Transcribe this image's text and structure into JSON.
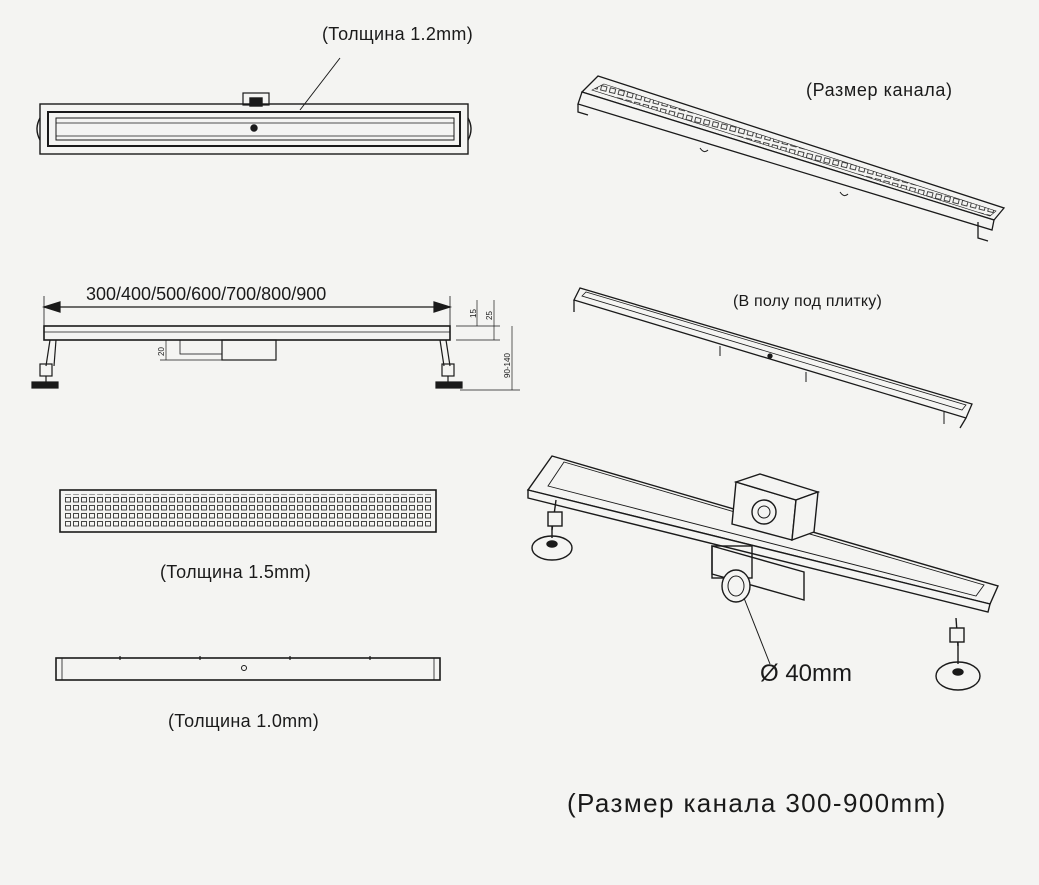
{
  "labels": {
    "thickness_grate_top": "(Толщина 1.2mm)",
    "channel_size_top": "(Размер канала)",
    "tile_insert": "(В полу под плитку)",
    "thickness_grate_square": "(Толщина 1.5mm)",
    "thickness_cover": "(Толщина 1.0mm)",
    "outlet_diameter": "Ø 40mm",
    "channel_size_range": "(Размер канала 300-900mm)"
  },
  "dimensions": {
    "lengths": "300/400/500/600/700/800/900",
    "frame_height": "15",
    "total_frame": "25",
    "body_depth": "20",
    "adjust_range": "90-140"
  },
  "colors": {
    "ink": "#1a1a1a",
    "paper": "#f4f4f2"
  }
}
